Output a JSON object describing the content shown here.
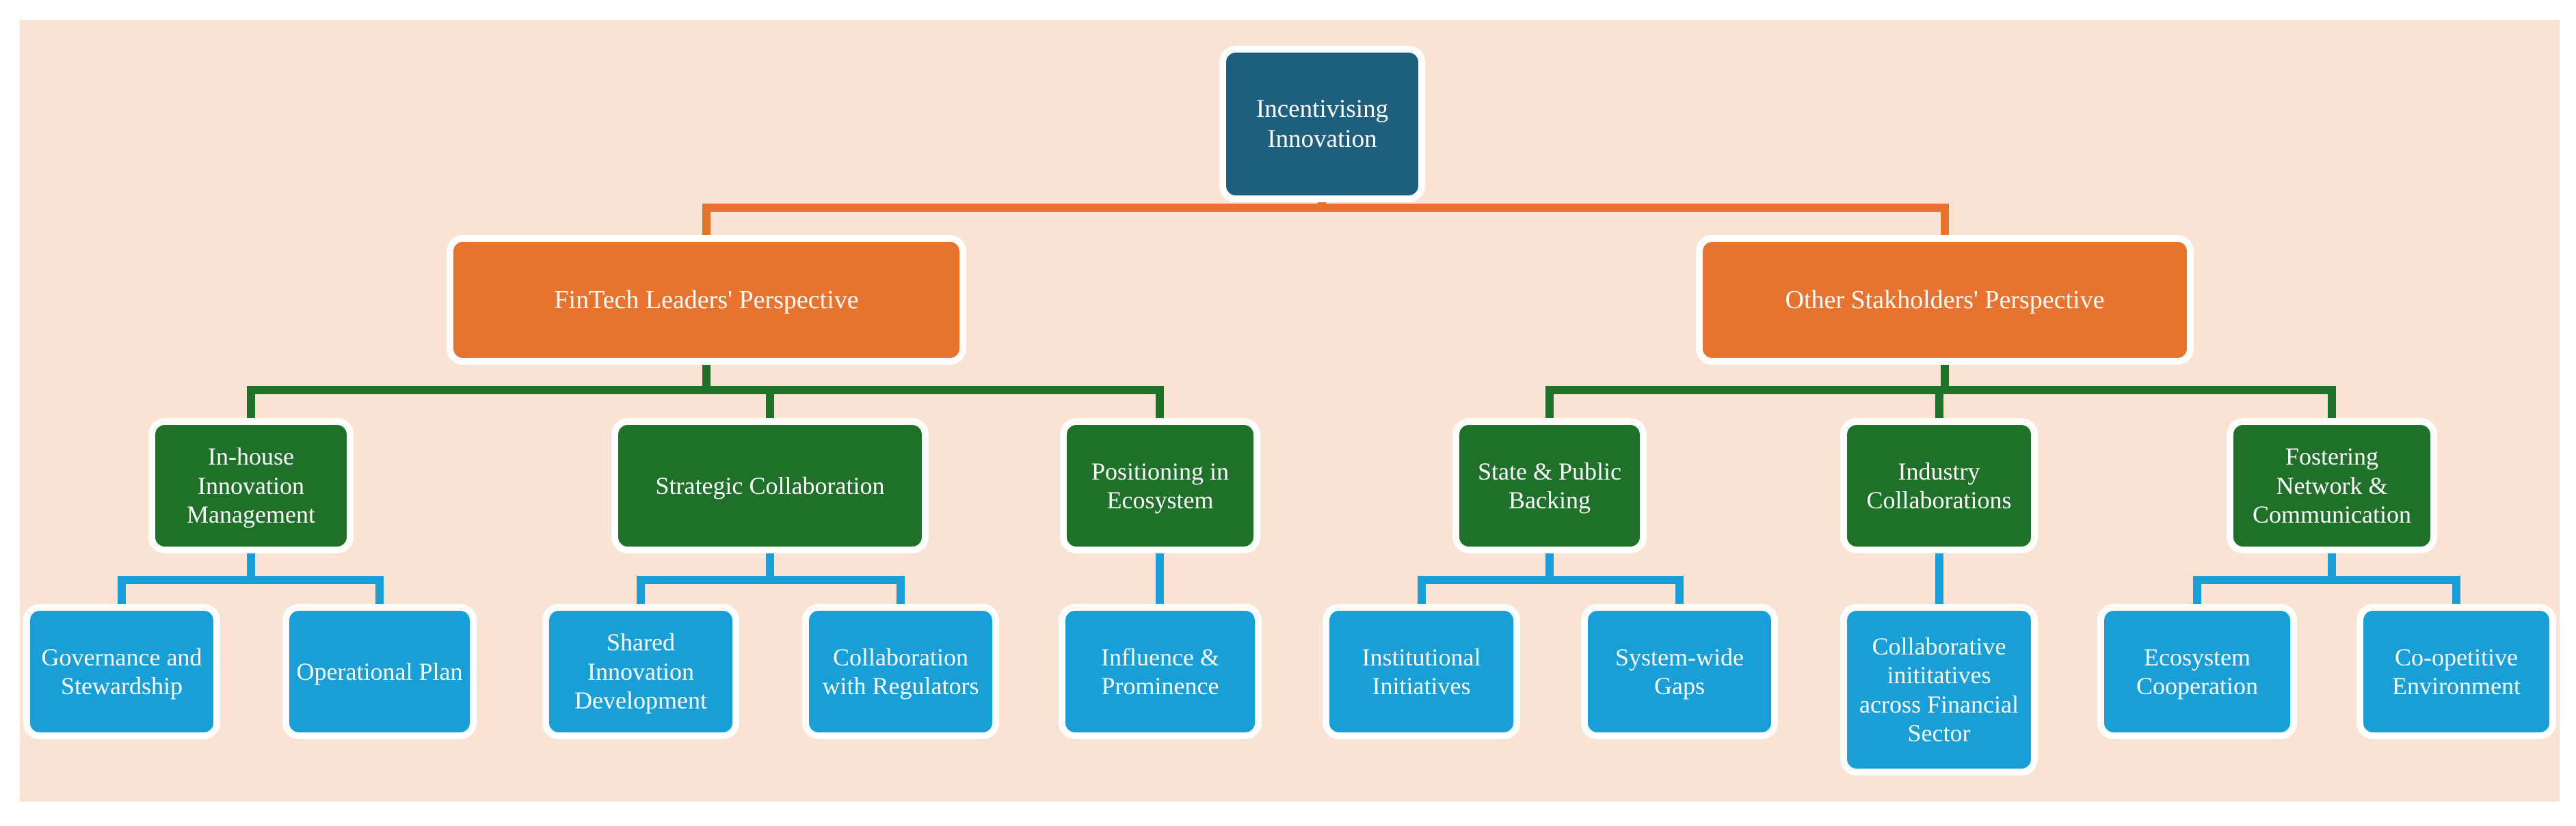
{
  "colors": {
    "page_background": "#ffffff",
    "panel_background": "#fbe3d4",
    "level1_fill": "#1e5f7e",
    "level2_fill": "#e8732e",
    "level3_fill": "#1f7029",
    "level4_fill": "#189fd7",
    "connector_root_to_level2": "#e8732e",
    "connector_level2_to_level3": "#1f7029",
    "connector_level3_to_level4": "#189fd7",
    "node_border": "#ffffff",
    "node_text": "#ffffff"
  },
  "diagram": {
    "type": "org-chart",
    "root": {
      "label": "Incentivising Innovation"
    },
    "branches": [
      {
        "label": "FinTech Leaders' Perspective",
        "children": [
          {
            "label": "In-house Innovation Management",
            "children": [
              {
                "label": "Governance and Stewardship"
              },
              {
                "label": "Operational Plan"
              }
            ]
          },
          {
            "label": "Strategic Collaboration",
            "children": [
              {
                "label": "Shared Innovation Development"
              },
              {
                "label": "Collaboration with Regulators"
              }
            ]
          },
          {
            "label": "Positioning in Ecosystem",
            "children": [
              {
                "label": "Influence & Prominence"
              }
            ]
          }
        ]
      },
      {
        "label": "Other Stakholders' Perspective",
        "children": [
          {
            "label": "State & Public Backing",
            "children": [
              {
                "label": "Institutional Initiatives"
              },
              {
                "label": "System-wide Gaps"
              }
            ]
          },
          {
            "label": "Industry Collaborations",
            "children": [
              {
                "label": "Collaborative inititatives across Financial Sector"
              }
            ]
          },
          {
            "label": "Fostering Network & Communication",
            "children": [
              {
                "label": "Ecosystem Cooperation"
              },
              {
                "label": "Co-opetitive Environment"
              }
            ]
          }
        ]
      }
    ]
  }
}
